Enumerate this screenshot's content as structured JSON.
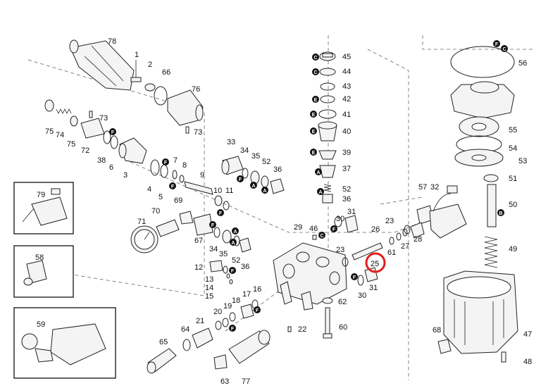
{
  "diagram": {
    "labels": {
      "p1": "1",
      "p2": "2",
      "p3": "3",
      "p4": "4",
      "p5": "5",
      "p6": "6",
      "p7": "7",
      "p8": "8",
      "p9": "9",
      "p10": "10",
      "p11": "11",
      "p12": "12",
      "p13": "13",
      "p14": "14",
      "p15": "15",
      "p16": "16",
      "p17": "17",
      "p18": "18",
      "p19": "19",
      "p20": "20",
      "p21": "21",
      "p22": "22",
      "p23": "23",
      "p23b": "23",
      "p25": "25",
      "p26": "26",
      "p27": "27",
      "p28": "28",
      "p29": "29",
      "p30": "30",
      "p30b": "30",
      "p31": "31",
      "p31b": "31",
      "p32": "32",
      "p33": "33",
      "p34": "34",
      "p34b": "34",
      "p35": "35",
      "p35b": "35",
      "p36": "36",
      "p36b": "36",
      "p36c": "36",
      "p37": "37",
      "p38": "38",
      "p39": "39",
      "p40": "40",
      "p41": "41",
      "p42": "42",
      "p43": "43",
      "p44": "44",
      "p45": "45",
      "p46": "46",
      "p47": "47",
      "p48": "48",
      "p49": "49",
      "p50": "50",
      "p51": "51",
      "p52": "52",
      "p52b": "52",
      "p52c": "52",
      "p53": "53",
      "p54": "54",
      "p55": "55",
      "p56": "56",
      "p57": "57",
      "p58": "58",
      "p59": "59",
      "p60": "60",
      "p61": "61",
      "p62": "62",
      "p63": "63",
      "p64": "64",
      "p65": "65",
      "p66": "66",
      "p67": "67",
      "p68": "68",
      "p69": "69",
      "p70": "70",
      "p71": "71",
      "p72": "72",
      "p73": "73",
      "p73b": "73",
      "p74": "74",
      "p75": "75",
      "p75b": "75",
      "p76": "76",
      "p77": "77",
      "p78": "78",
      "p79": "79"
    },
    "badges": {
      "A": "A",
      "B": "B",
      "C": "C",
      "E": "E",
      "F": "F"
    },
    "highlighted_part": "25",
    "colors": {
      "highlight": "#e02020",
      "ink": "#222222",
      "badge": "#111111"
    }
  }
}
